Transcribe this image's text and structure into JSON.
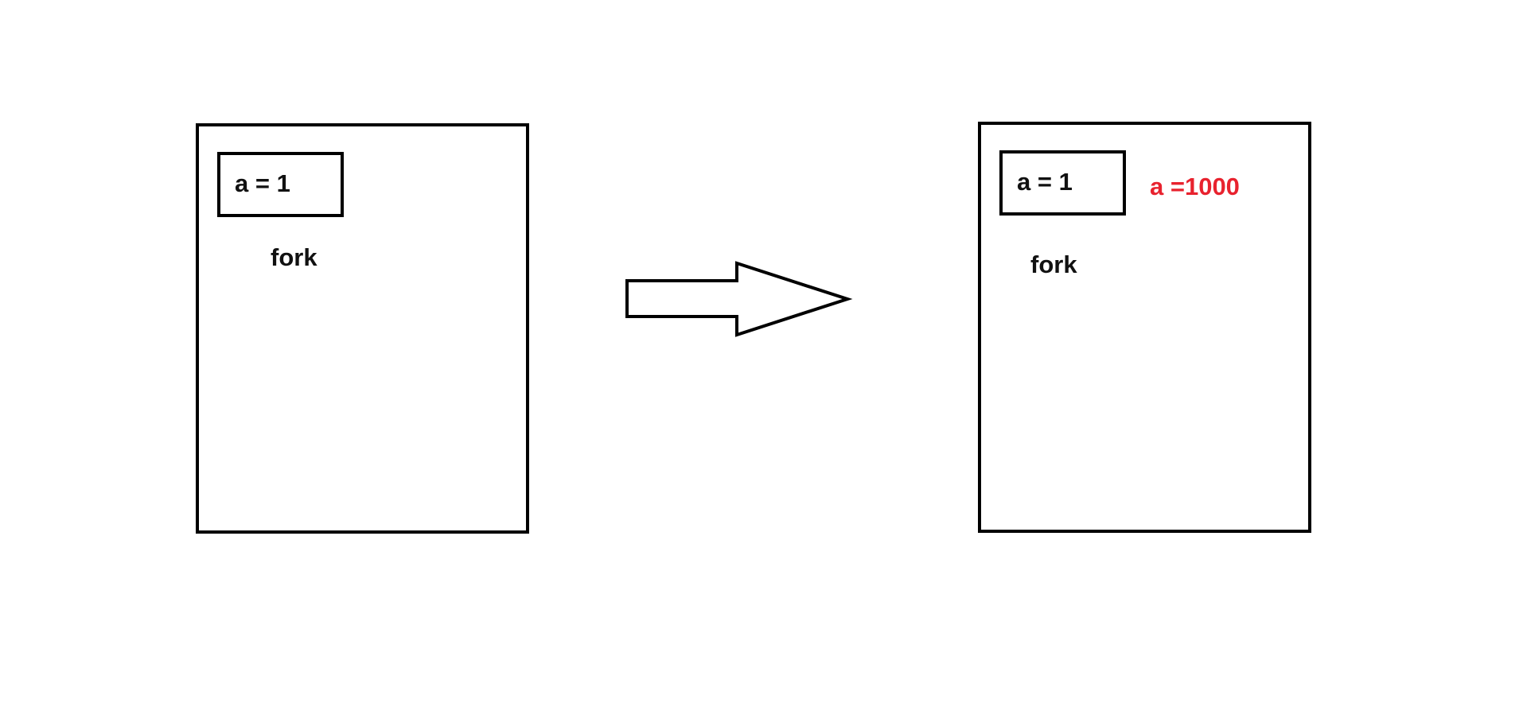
{
  "parent": {
    "variable": "a = 1",
    "call": "fork"
  },
  "child": {
    "variable": "a = 1",
    "call": "fork",
    "modified_value": "a =1000"
  },
  "colors": {
    "stroke": "#000000",
    "text": "#111111",
    "highlight": "#e8222e",
    "background": "#ffffff"
  },
  "icons": {
    "transition": "right-arrow-icon"
  }
}
